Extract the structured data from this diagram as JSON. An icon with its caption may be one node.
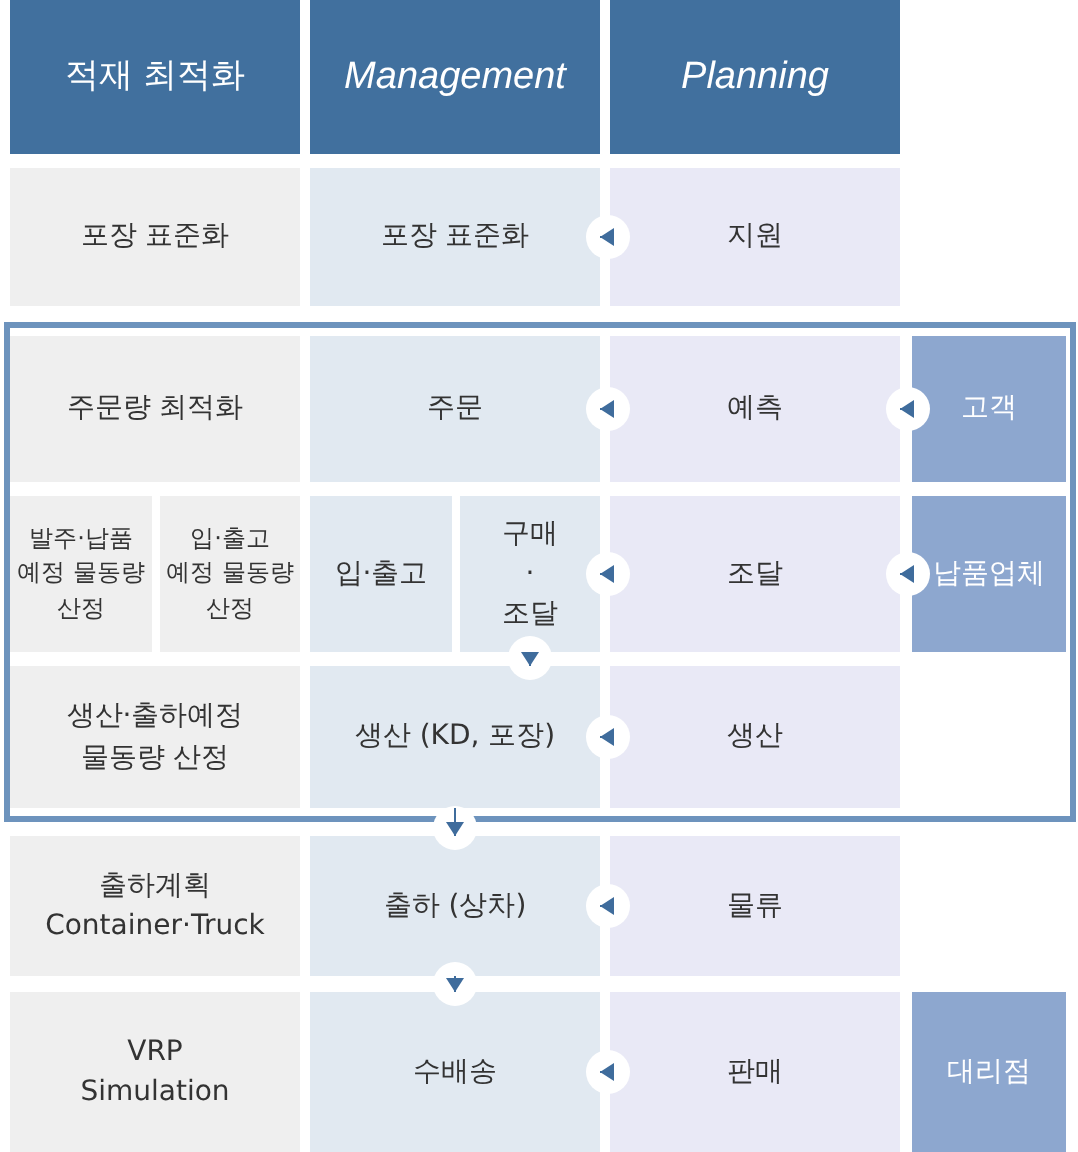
{
  "diagram": {
    "nodes": [
      {
        "text": [
          "적재 최적화"
        ]
      },
      {
        "text": [
          "Management"
        ]
      },
      {
        "text": [
          "Planning"
        ]
      },
      {
        "text": [
          "포장 표준화"
        ]
      },
      {
        "text": [
          "포장 표준화"
        ]
      },
      {
        "text": [
          "지원"
        ]
      },
      {
        "text": [],
        "shape": "box"
      },
      {
        "text": [
          "주문량 최적화"
        ],
        "in": 6
      },
      {
        "text": [
          "주문"
        ],
        "in": 6
      },
      {
        "text": [
          "예측"
        ],
        "in": 6
      },
      {
        "text": [
          "고객"
        ],
        "in": 6
      },
      {
        "text": [
          "발주·납품 예정 물동량 산정"
        ],
        "in": 6
      },
      {
        "text": [
          "입·출고 예정 물동량 산정"
        ],
        "in": 6
      },
      {
        "text": [
          "입·출고"
        ],
        "in": 6
      },
      {
        "text": [
          "구매 · 조달"
        ],
        "in": 6
      },
      {
        "text": [
          "조달"
        ],
        "in": 6
      },
      {
        "text": [
          "납품업체"
        ],
        "in": 6
      },
      {
        "text": [
          "생산·출하예정 물동량 산정"
        ],
        "in": 6
      },
      {
        "text": [
          "생산 (KD, 포장)"
        ],
        "in": 6
      },
      {
        "text": [
          "생산"
        ],
        "in": 6
      },
      {
        "text": [
          "출하계획 Container·Truck"
        ]
      },
      {
        "text": [
          "출하 (상차)"
        ]
      },
      {
        "text": [
          "물류"
        ]
      },
      {
        "text": [
          "VRP Simulation"
        ]
      },
      {
        "text": [
          "수배송"
        ]
      },
      {
        "text": [
          "판매"
        ]
      },
      {
        "text": [
          "대리점"
        ]
      }
    ],
    "edges": [
      {
        "from": 5,
        "to": 4,
        "arrow": "to"
      },
      {
        "from": 9,
        "to": 8,
        "arrow": "to"
      },
      {
        "from": 10,
        "to": 9,
        "arrow": "to"
      },
      {
        "from": 15,
        "to": 14,
        "arrow": "to"
      },
      {
        "from": 16,
        "to": 15,
        "arrow": "to"
      },
      {
        "from": 14,
        "to": 18,
        "arrow": "to"
      },
      {
        "from": 19,
        "to": 18,
        "arrow": "to"
      },
      {
        "from": 18,
        "to": 21,
        "arrow": "to"
      },
      {
        "from": 22,
        "to": 21,
        "arrow": "to"
      },
      {
        "from": 21,
        "to": 24,
        "arrow": "to"
      },
      {
        "from": 25,
        "to": 24,
        "arrow": "to"
      }
    ]
  }
}
